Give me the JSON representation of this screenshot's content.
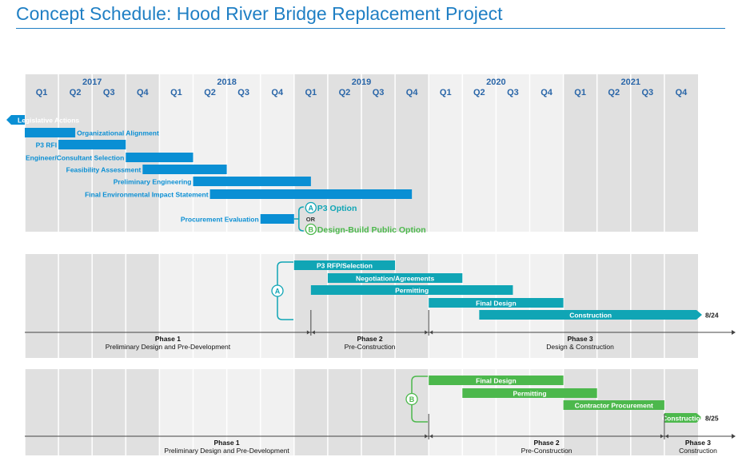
{
  "title": "Concept Schedule: Hood River Bridge Replacement Project",
  "colors": {
    "header_blue": "#1f7fc4",
    "bar_blue": "#0a8fd4",
    "bar_teal": "#10a5b5",
    "bar_green": "#4cb84c",
    "grid_dark": "#e0e0e0",
    "grid_light": "#f1f1f1",
    "axis": "#444444"
  },
  "chart_data": {
    "type": "gantt",
    "title": "Concept Schedule: Hood River Bridge Replacement Project",
    "years": [
      "2017",
      "2018",
      "2019",
      "2020",
      "2021"
    ],
    "quarters": [
      "Q1",
      "Q2",
      "Q3",
      "Q4"
    ],
    "x_range": [
      "2017 Q1",
      "2021 Q4"
    ],
    "panels": [
      {
        "name": "pre",
        "tasks": [
          {
            "label": "Legislative Actions",
            "start": -0.5,
            "end": 0,
            "label_pos": "inside",
            "color": "blue",
            "arrow_left": true
          },
          {
            "label": "Organizational Alignment",
            "start": 0,
            "end": 1.5,
            "label_pos": "right",
            "color": "blue"
          },
          {
            "label": "P3 RFI",
            "start": 1,
            "end": 3,
            "label_pos": "left",
            "color": "blue"
          },
          {
            "label": "Engineer/Consultant Selection",
            "start": 3,
            "end": 5,
            "label_pos": "left",
            "color": "blue"
          },
          {
            "label": "Feasibility Assessment",
            "start": 3.5,
            "end": 6,
            "label_pos": "left",
            "color": "blue"
          },
          {
            "label": "Preliminary Engineering",
            "start": 5,
            "end": 8.5,
            "label_pos": "left",
            "color": "blue"
          },
          {
            "label": "Final Environmental Impact Statement",
            "start": 5.5,
            "end": 11.5,
            "label_pos": "left",
            "color": "blue"
          },
          {
            "label": "Procurement Evaluation",
            "start": 7,
            "end": 8,
            "label_pos": "left",
            "color": "blue"
          }
        ],
        "options": {
          "a_letter": "A",
          "a_label": "P3 Option",
          "or": "OR",
          "b_letter": "B",
          "b_label": "Design-Build Public Option"
        }
      },
      {
        "name": "option_a",
        "letter": "A",
        "tasks": [
          {
            "label": "P3 RFP/Selection",
            "start": 8,
            "end": 11,
            "color": "teal"
          },
          {
            "label": "Negotiation/Agreements",
            "start": 9,
            "end": 13,
            "color": "teal"
          },
          {
            "label": "Permitting",
            "start": 8.5,
            "end": 14.5,
            "color": "teal"
          },
          {
            "label": "Final Design",
            "start": 12,
            "end": 16,
            "color": "teal"
          },
          {
            "label": "Construction",
            "start": 13.5,
            "end": 20,
            "color": "teal",
            "end_label": "8/24",
            "arrow_right": true
          }
        ],
        "phases": [
          {
            "name": "Phase 1",
            "desc": "Preliminary Design and Pre-Development",
            "start": 0,
            "end": 8.5
          },
          {
            "name": "Phase 2",
            "desc": "Pre-Construction",
            "start": 8.5,
            "end": 12
          },
          {
            "name": "Phase 3",
            "desc": "Design & Construction",
            "start": 12,
            "end": 21
          }
        ]
      },
      {
        "name": "option_b",
        "letter": "B",
        "tasks": [
          {
            "label": "Final Design",
            "start": 12,
            "end": 16,
            "color": "green"
          },
          {
            "label": "Permitting",
            "start": 13,
            "end": 17,
            "color": "green"
          },
          {
            "label": "Contractor Procurement",
            "start": 16,
            "end": 19,
            "color": "green"
          },
          {
            "label": "Construction",
            "start": 19,
            "end": 20,
            "color": "green",
            "end_label": "8/25",
            "arrow_right": true
          }
        ],
        "phases": [
          {
            "name": "Phase 1",
            "desc": "Preliminary Design and Pre-Development",
            "start": 0,
            "end": 12
          },
          {
            "name": "Phase 2",
            "desc": "Pre-Construction",
            "start": 12,
            "end": 19
          },
          {
            "name": "Phase 3",
            "desc": "Construction",
            "start": 19,
            "end": 21
          }
        ]
      }
    ]
  }
}
